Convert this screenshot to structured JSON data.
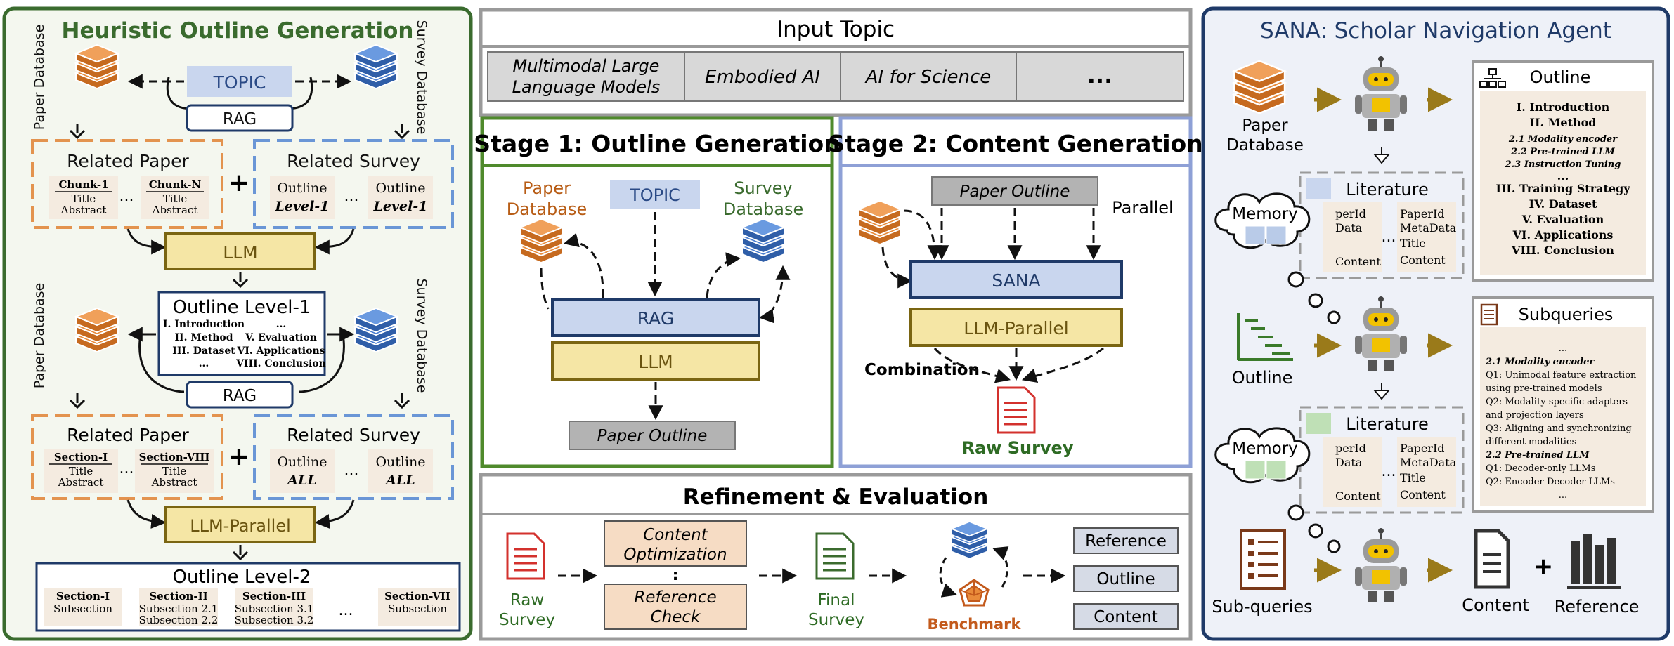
{
  "colors": {
    "green": "#3a6b2e",
    "green_bg": "#f4f7ef",
    "navy": "#1f3a68",
    "navy_bg": "#eef1f8",
    "grey_border": "#9a9a9a",
    "blue_box": "#c9d6ee",
    "yellow_box": "#f5e6a5",
    "orange_stack": "#e98b3a",
    "blue_stack": "#4a7ed0",
    "dashed_orange": "#e3934f",
    "dashed_blue": "#6a96d6"
  },
  "left_panel": {
    "title": "Heuristic Outline Generation",
    "paper_database": "Paper Database",
    "survey_database": "Survey Database",
    "topic": "TOPIC",
    "rag": "RAG",
    "related_paper": "Related Paper",
    "related_survey": "Related Survey",
    "chunk_1": "Chunk-1",
    "chunk_n": "Chunk-N",
    "title_line": "Title",
    "abstract_line": "Abstract",
    "outline_word": "Outline",
    "level_1": "Level-1",
    "ellipsis": "...",
    "plus": "+",
    "llm": "LLM",
    "outline_level_1": "Outline Level-1",
    "level1_items_left": [
      "I. Introduction",
      "II. Method",
      "III. Dataset",
      "..."
    ],
    "level1_items_right": [
      "...",
      "V. Evaluation",
      "VI. Applications",
      "VIII. Conclusion"
    ],
    "section_1": "Section-I",
    "section_8": "Section-VIII",
    "all": "ALL",
    "llm_parallel": "LLM-Parallel",
    "outline_level_2": "Outline Level-2",
    "level2_sections": [
      {
        "head": "Section-I",
        "lines": [
          "Subsection"
        ]
      },
      {
        "head": "Section-II",
        "lines": [
          "Subsection 2.1",
          "Subsection 2.2"
        ]
      },
      {
        "head": "Section-III",
        "lines": [
          "Subsection 3.1",
          "Subsection 3.2"
        ]
      },
      {
        "head": "Section-VII",
        "lines": [
          "Subsection"
        ]
      }
    ]
  },
  "input_topic": {
    "title": "Input Topic",
    "items": [
      "Multimodal Large Language Models",
      "Embodied AI",
      "AI for Science",
      "..."
    ]
  },
  "stage1": {
    "title": "Stage 1: Outline Generation",
    "paper_database": "Paper Database",
    "survey_database": "Survey Database",
    "topic": "TOPIC",
    "rag": "RAG",
    "llm": "LLM",
    "paper_outline": "Paper Outline"
  },
  "stage2": {
    "title": "Stage 2: Content Generation",
    "paper_outline": "Paper Outline",
    "parallel": "Parallel",
    "sana": "SANA",
    "llm_parallel": "LLM-Parallel",
    "combination": "Combination",
    "raw_survey": "Raw Survey"
  },
  "refinement": {
    "title": "Refinement & Evaluation",
    "raw_survey": "Raw Survey",
    "content_optimization": "Content Optimization",
    "dots": ":",
    "reference_check": "Reference Check",
    "final_survey": "Final Survey",
    "benchmark": "Benchmark",
    "outputs": [
      "Reference",
      "Outline",
      "Content"
    ]
  },
  "sana_panel": {
    "title": "SANA: Scholar Navigation Agent",
    "paper_database": "Paper Database",
    "outline_label": "Outline",
    "subqueries_label": "Sub-queries",
    "memory": "Memory",
    "literature": "Literature",
    "lit_fields": [
      "PaperId",
      "MetaData",
      "Title",
      "Content"
    ],
    "lit_partial": [
      "perId",
      "Data",
      "",
      "Content"
    ],
    "ellipsis": "...",
    "outline_box_title": "Outline",
    "outline_items": [
      "I. Introduction",
      "II. Method",
      "2.1 Modality encoder",
      "2.2 Pre-trained LLM",
      "2.3 Instruction Tuning",
      "...",
      "III. Training Strategy",
      "IV. Dataset",
      "V. Evaluation",
      "VI. Applications",
      "VIII. Conclusion"
    ],
    "subqueries_box_title": "Subqueries",
    "subquery_items": [
      "...",
      "2.1 Modality encoder",
      "Q1: Unimodal feature extraction",
      "using pre-trained models",
      "Q2: Modality-specific adapters",
      "and projection layers",
      "Q3: Aligning and synchronizing",
      "different modalities",
      "2.2 Pre-trained LLM",
      "Q1: Decoder-only LLMs",
      "Q2: Encoder-Decoder LLMs",
      "..."
    ],
    "content": "Content",
    "plus": "+",
    "reference": "Reference"
  }
}
